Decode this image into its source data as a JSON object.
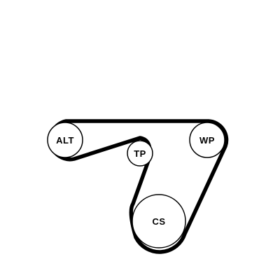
{
  "diagram": {
    "pulleys": [
      {
        "id": "alt",
        "label": "ALT"
      },
      {
        "id": "tp",
        "label": "TP"
      },
      {
        "id": "wp",
        "label": "WP"
      },
      {
        "id": "cs",
        "label": "CS"
      }
    ],
    "colors": {
      "belt": "#000000",
      "pulley_stroke": "#000000",
      "pulley_fill": "#ffffff",
      "text": "#000000",
      "background": "#ffffff"
    }
  }
}
